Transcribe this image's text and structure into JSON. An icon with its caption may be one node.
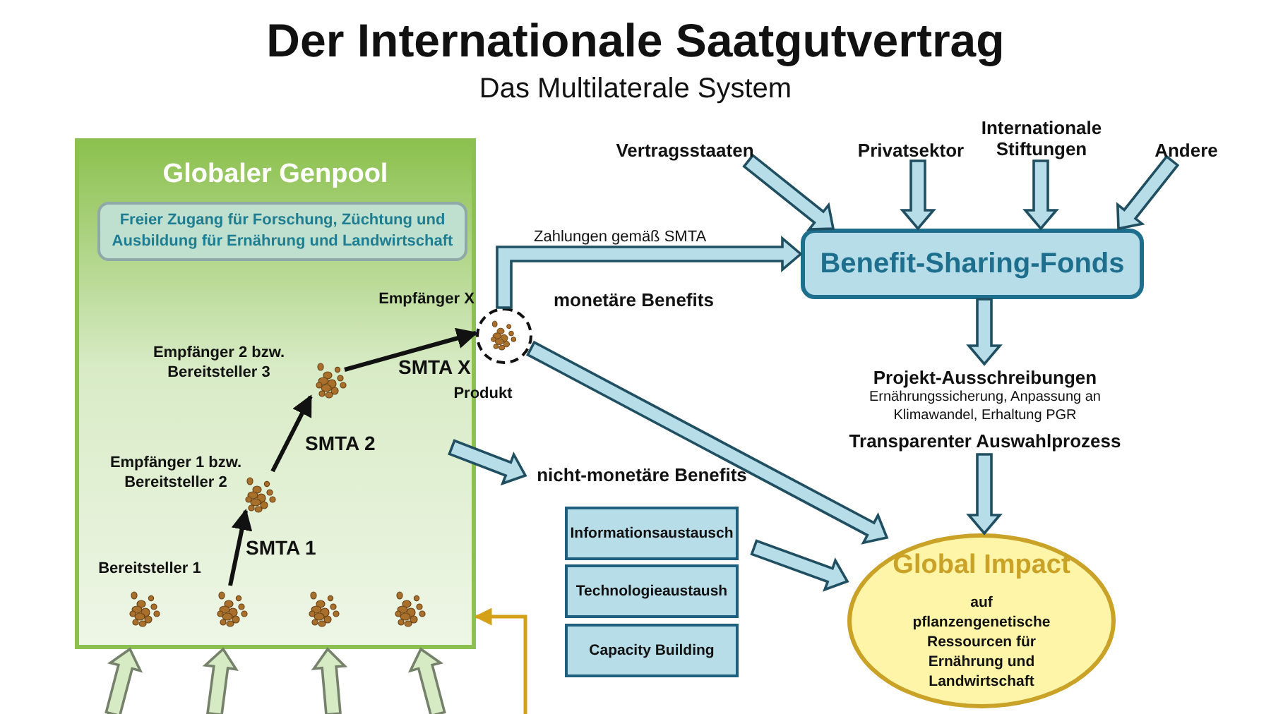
{
  "diagram": {
    "title": "Der Internationale Saatgutvertrag",
    "nodes": [
      {
        "text": [
          "Globaler Genpool"
        ]
      },
      {
        "text": [
          "Freier Zugang für Forschung, Züchtung und Ausbildung für Ernährung und Landwirtschaft"
        ],
        "in": 0
      },
      {
        "text": [],
        "shape": "seeds",
        "in": 0,
        "beside": [
          "Bereitsteller 1"
        ]
      },
      {
        "text": [],
        "shape": "seeds",
        "in": 0
      },
      {
        "text": [],
        "shape": "seeds",
        "in": 0
      },
      {
        "text": [],
        "shape": "seeds",
        "in": 0
      },
      {
        "text": [],
        "shape": "seeds",
        "in": 0,
        "beside": [
          "Empfänger 1 bzw. Bereitsteller 2"
        ]
      },
      {
        "text": [],
        "shape": "seeds",
        "in": 0,
        "beside": [
          "Empfänger 2 bzw. Bereitsteller 3"
        ]
      },
      {
        "text": [],
        "shape": "circle",
        "beside": [
          "Empfänger X",
          "Produkt"
        ]
      },
      {
        "text": [
          "Benefit-Sharing-Fonds"
        ]
      },
      {
        "text": [
          "Projekt-Ausschreibungen",
          "Ernährungssicherung, Anpassung an Klimawandel, Erhaltung PGR",
          "Transparenter Auswahlprozess"
        ]
      },
      {
        "text": [
          "Vertragsstaaten"
        ]
      },
      {
        "text": [
          "Privatsektor"
        ]
      },
      {
        "text": [
          "Internationale Stiftungen"
        ]
      },
      {
        "text": [
          "Andere"
        ]
      },
      {
        "text": [
          "Informationsaustausch"
        ]
      },
      {
        "text": [
          "Technologieaustaush"
        ]
      },
      {
        "text": [
          "Capacity Building"
        ]
      },
      {
        "text": [
          "Global Impact",
          "auf pflanzengenetische Ressourcen für Ernährung und Landwirtschaft"
        ]
      },
      {
        "text": [
          "nicht-monetäre Benefits"
        ]
      }
    ],
    "edges": [
      {
        "from": 3,
        "to": 6,
        "arrow": "to",
        "label": "SMTA 1"
      },
      {
        "from": 6,
        "to": 7,
        "arrow": "to",
        "label": "SMTA 2"
      },
      {
        "from": 7,
        "to": 8,
        "arrow": "to",
        "label": "SMTA X"
      },
      {
        "from": 8,
        "to": 9,
        "arrow": "to",
        "label": "Zahlungen gemäß SMTA",
        "style": "thick"
      },
      {
        "from": 8,
        "to": 18,
        "arrow": "to",
        "style": "thick"
      },
      {
        "from": 11,
        "to": 9,
        "arrow": "to",
        "style": "thick"
      },
      {
        "from": 12,
        "to": 9,
        "arrow": "to",
        "style": "thick"
      },
      {
        "from": 13,
        "to": 9,
        "arrow": "to",
        "style": "thick"
      },
      {
        "from": 14,
        "to": 9,
        "arrow": "to",
        "style": "thick"
      },
      {
        "from": 9,
        "to": 10,
        "arrow": "to",
        "style": "thick"
      },
      {
        "from": 10,
        "to": 18,
        "arrow": "to",
        "style": "thick"
      },
      {
        "from": 0,
        "to": 19,
        "arrow": "to",
        "style": "thick"
      },
      {
        "from": null,
        "to": 18,
        "arrow": "to",
        "style": "thick"
      },
      {
        "from": null,
        "to": 0,
        "arrow": "to",
        "style": "thick",
        "color": "#d6ebc4"
      },
      {
        "from": null,
        "to": 0,
        "arrow": "to",
        "style": "thick",
        "color": "#d6ebc4"
      },
      {
        "from": null,
        "to": 0,
        "arrow": "to",
        "style": "thick",
        "color": "#d6ebc4"
      },
      {
        "from": null,
        "to": 0,
        "arrow": "to",
        "style": "thick",
        "color": "#d6ebc4"
      },
      {
        "from": null,
        "to": 0,
        "arrow": "to",
        "color": "#d4a017"
      }
    ],
    "labels": [
      "Das Multilaterale System",
      "monetäre Benefits"
    ]
  }
}
